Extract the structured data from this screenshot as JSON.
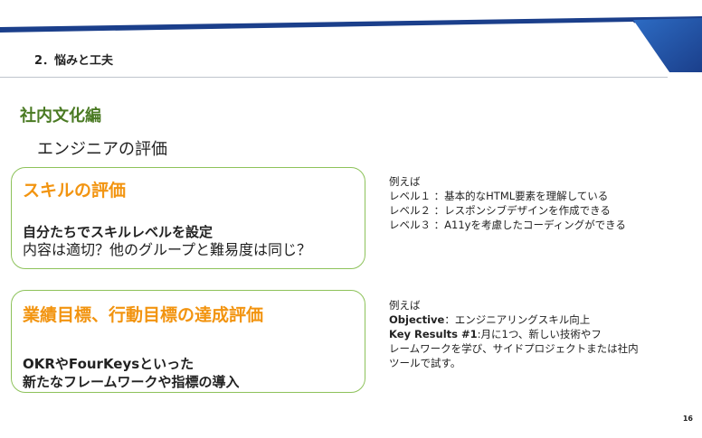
{
  "header": {
    "section_title": "2．悩みと工夫"
  },
  "content": {
    "category": "社内文化編",
    "subtitle": "エンジニアの評価",
    "cards": [
      {
        "heading": "スキルの評価",
        "line1": "自分たちでスキルレベルを設定",
        "line2": "内容は適切？他のグループと難易度は同じ？"
      },
      {
        "heading": "業績目標、行動目標の達成評価",
        "line1": "OKRやFourKeysといった",
        "line2": "新たなフレームワークや指標の導入"
      }
    ],
    "examples": [
      {
        "intro": "例えば",
        "lines": [
          "レベル１ ：基本的なHTML要素を理解している",
          "レベル２ ：レスポンシブデザインを作成できる",
          "レベル３ ：A11yを考慮したコーディングができる"
        ]
      },
      {
        "intro": "例えば",
        "objective_label": "Objective",
        "objective_text": "：エンジニアリングスキル向上",
        "kr_label": "Key Results #1",
        "kr_text_1": ":月に1つ、新しい技術やフ",
        "kr_text_2": "レームワークを学び、サイドプロジェクトまたは社内",
        "kr_text_3": "ツールで試す。"
      }
    ]
  },
  "footer": {
    "page_number": "16"
  },
  "colors": {
    "navy": "#1b3f8b",
    "blue_gradient_end": "#2d6cc4",
    "green_heading": "#4a7a23",
    "card_border": "#8dc25a",
    "orange_heading": "#f29410"
  }
}
